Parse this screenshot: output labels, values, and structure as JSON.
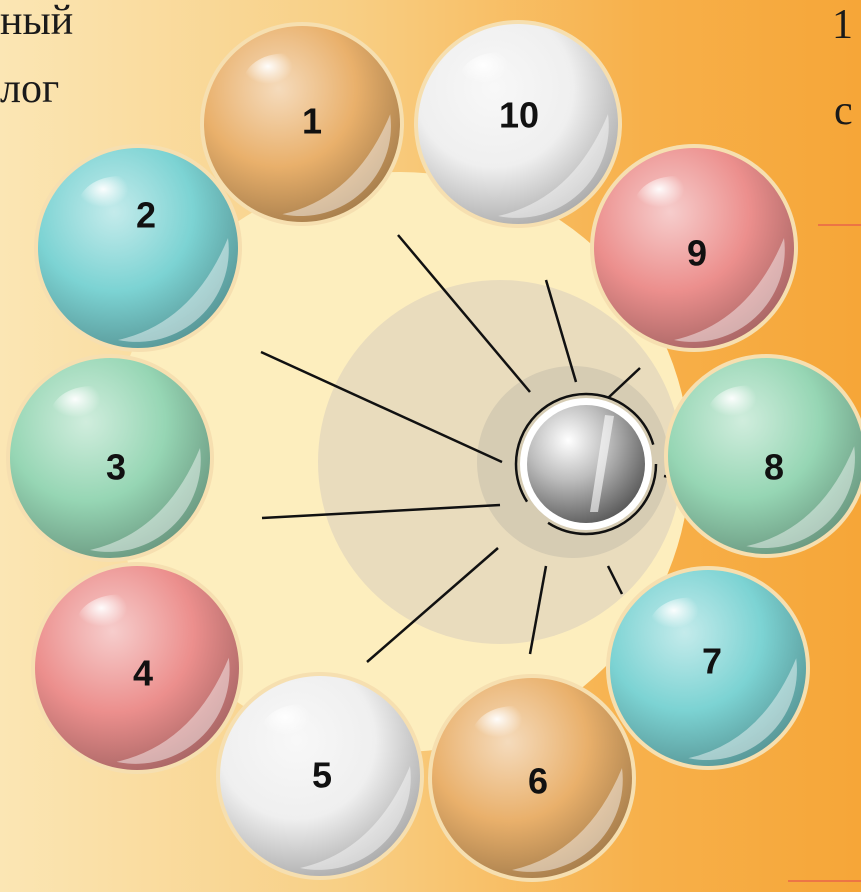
{
  "background_text": {
    "top_left_line1": "ный",
    "top_left_line2": "лог",
    "top_right_line1": "1",
    "top_right_line2": "с"
  },
  "colors": {
    "tan": "#e9b06b",
    "white": "#efefef",
    "pink": "#ec8f8d",
    "teal": "#7cd3d3",
    "mint": "#96d6b4",
    "center_disc": "#fdeebe",
    "center_ring": "#e9dcbd"
  },
  "balls": [
    {
      "label": "1",
      "color": "tan"
    },
    {
      "label": "2",
      "color": "teal"
    },
    {
      "label": "3",
      "color": "mint"
    },
    {
      "label": "4",
      "color": "pink"
    },
    {
      "label": "5",
      "color": "white"
    },
    {
      "label": "6",
      "color": "tan"
    },
    {
      "label": "7",
      "color": "teal"
    },
    {
      "label": "8",
      "color": "mint"
    },
    {
      "label": "9",
      "color": "pink"
    },
    {
      "label": "10",
      "color": "white"
    }
  ]
}
